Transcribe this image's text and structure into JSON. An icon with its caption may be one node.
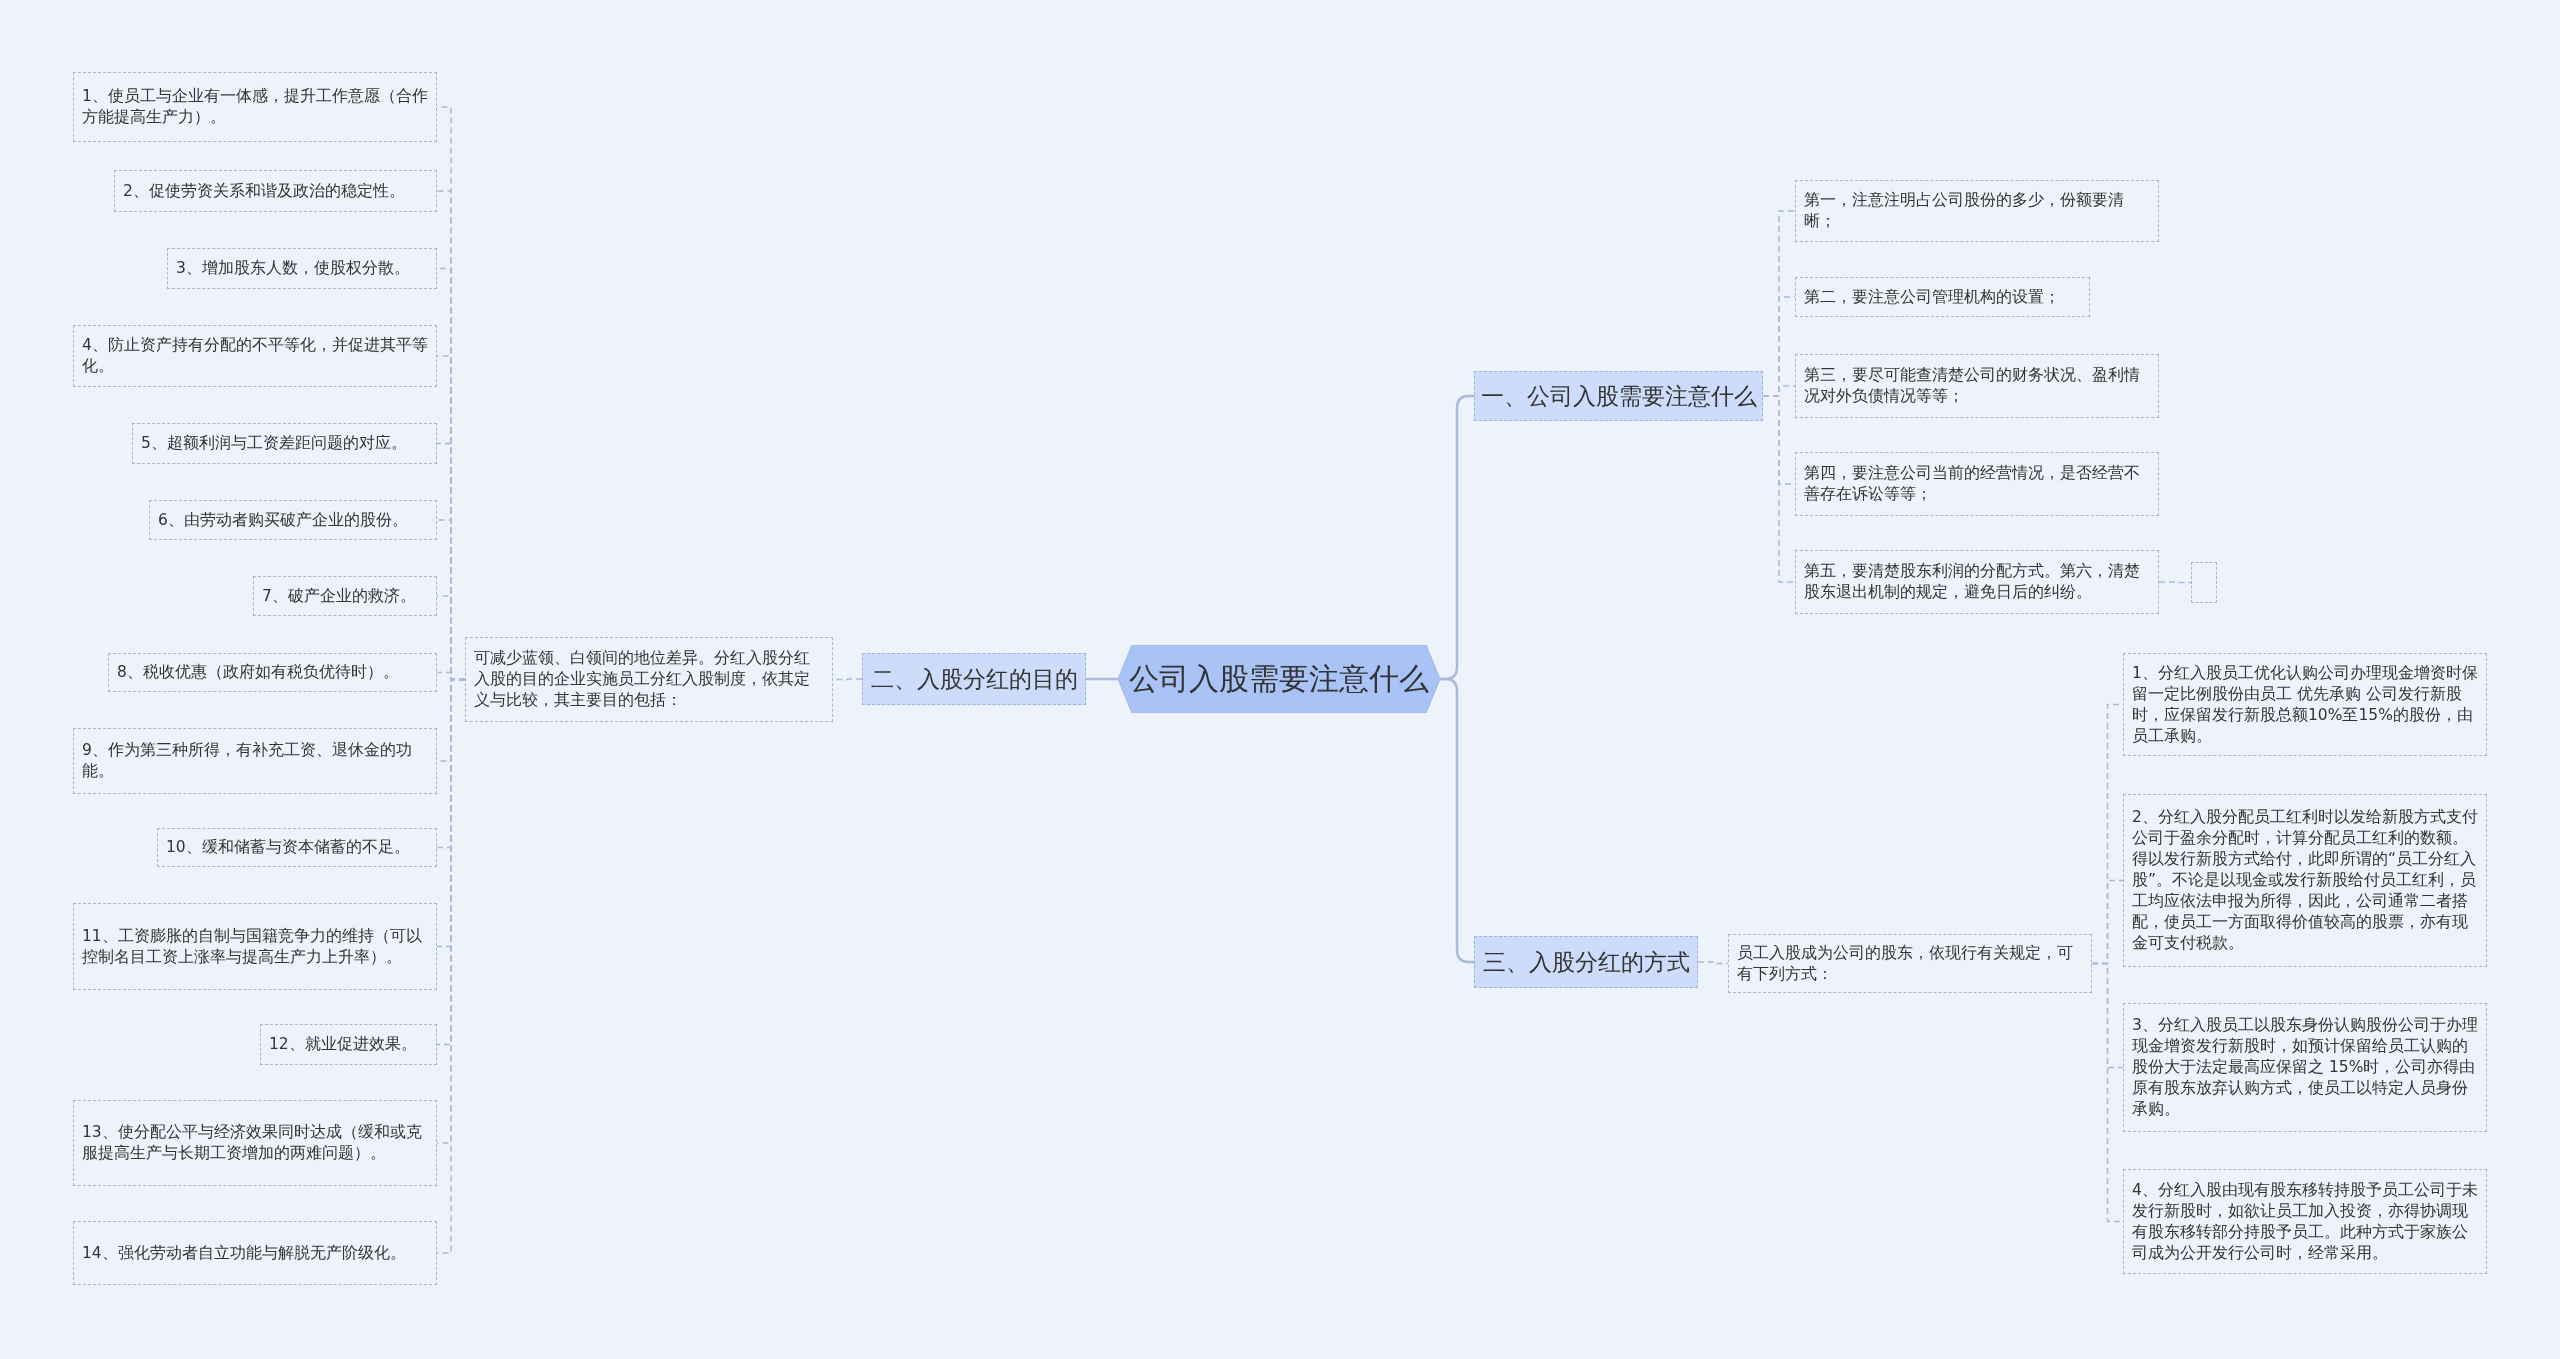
{
  "diagram": {
    "nodes": [
      {
        "text": [
          "公司入股需要注意什么"
        ]
      },
      {
        "text": [
          "一、公司入股需要注意什么"
        ]
      },
      {
        "text": [
          "第一，注意注明占公司股份的多少，份额要清晰；"
        ]
      },
      {
        "text": [
          "第二，要注意公司管理机构的设置；"
        ]
      },
      {
        "text": [
          "第三，要尽可能查清楚公司的财务状况、盈利情况对外负债情况等等；"
        ]
      },
      {
        "text": [
          "第四，要注意公司当前的经营情况，是否经营不善存在诉讼等等；"
        ]
      },
      {
        "text": [
          "第五，要清楚股东利润的分配方式。第六，清楚股东退出机制的规定，避免日后的纠纷。"
        ]
      },
      {
        "text": [],
        "shape": "box"
      },
      {
        "text": [
          "二、入股分红的目的"
        ]
      },
      {
        "text": [
          "可减少蓝领、白领间的地位差异。分红入股分红入股的目的企业实施员工分红入股制度，依其定义与比较，其主要目的包括："
        ]
      },
      {
        "text": [
          "1、使员工与企业有一体感，提升工作意愿（合作方能提高生产力）。"
        ]
      },
      {
        "text": [
          "2、促使劳资关系和谐及政治的稳定性。"
        ]
      },
      {
        "text": [
          "3、增加股东人数，使股权分散。"
        ]
      },
      {
        "text": [
          "4、防止资产持有分配的不平等化，并促进其平等化。"
        ]
      },
      {
        "text": [
          "5、超额利润与工资差距问题的对应。"
        ]
      },
      {
        "text": [
          "6、由劳动者购买破产企业的股份。"
        ]
      },
      {
        "text": [
          "7、破产企业的救济。"
        ]
      },
      {
        "text": [
          "8、税收优惠（政府如有税负优待时）。"
        ]
      },
      {
        "text": [
          "9、作为第三种所得，有补充工资、退休金的功能。"
        ]
      },
      {
        "text": [
          "10、缓和储蓄与资本储蓄的不足。"
        ]
      },
      {
        "text": [
          "11、工资膨胀的自制与国籍竞争力的维持（可以控制名目工资上涨率与提高生产力上升率）。"
        ]
      },
      {
        "text": [
          "12、就业促进效果。"
        ]
      },
      {
        "text": [
          "13、使分配公平与经济效果同时达成（缓和或克服提高生产与长期工资增加的两难问题）。"
        ]
      },
      {
        "text": [
          "14、强化劳动者自立功能与解脱无产阶级化。"
        ]
      },
      {
        "text": [
          "三、入股分红的方式"
        ]
      },
      {
        "text": [
          "员工入股成为公司的股东，依现行有关规定，可有下列方式："
        ]
      },
      {
        "text": [
          "1、分红入股员工优化认购公司办理现金增资时保留一定比例股份由员工 优先承购 公司发行新股时，应保留发行新股总额10%至15%的股份，由员工承购。"
        ]
      },
      {
        "text": [
          "2、分红入股分配员工红利时以发给新股方式支付公司于盈余分配时，计算分配员工红利的数额。得以发行新股方式给付，此即所谓的“员工分红入股”。不论是以现金或发行新股给付员工红利，员工均应依法申报为所得，因此，公司通常二者搭配，使员工一方面取得价值较高的股票，亦有现金可支付税款。"
        ]
      },
      {
        "text": [
          "3、分红入股员工以股东身份认购股份公司于办理现金增资发行新股时，如预计保留给员工认购的股份大于法定最高应保留之 15%时，公司亦得由原有股东放弃认购方式，使员工以特定人员身份承购。"
        ]
      },
      {
        "text": [
          "4、分红入股由现有股东移转持股予员工公司于未发行新股时，如欲让员工加入投资，亦得协调现有股东移转部分持股予员工。此种方式于家族公司成为公开发行公司时，经常采用。"
        ]
      }
    ],
    "edges": [
      {
        "from": 0,
        "to": 1,
        "arrow": "none"
      },
      {
        "from": 0,
        "to": 8,
        "arrow": "none"
      },
      {
        "from": 0,
        "to": 24,
        "arrow": "none"
      },
      {
        "from": 1,
        "to": 2,
        "arrow": "none",
        "style": "dashed"
      },
      {
        "from": 1,
        "to": 3,
        "arrow": "none",
        "style": "dashed"
      },
      {
        "from": 1,
        "to": 4,
        "arrow": "none",
        "style": "dashed"
      },
      {
        "from": 1,
        "to": 5,
        "arrow": "none",
        "style": "dashed"
      },
      {
        "from": 1,
        "to": 6,
        "arrow": "none",
        "style": "dashed"
      },
      {
        "from": 6,
        "to": 7,
        "arrow": "none",
        "style": "dashed"
      },
      {
        "from": 8,
        "to": 9,
        "arrow": "none",
        "style": "dashed"
      },
      {
        "from": 9,
        "to": 10,
        "arrow": "none",
        "style": "dashed"
      },
      {
        "from": 9,
        "to": 11,
        "arrow": "none",
        "style": "dashed"
      },
      {
        "from": 9,
        "to": 12,
        "arrow": "none",
        "style": "dashed"
      },
      {
        "from": 9,
        "to": 13,
        "arrow": "none",
        "style": "dashed"
      },
      {
        "from": 9,
        "to": 14,
        "arrow": "none",
        "style": "dashed"
      },
      {
        "from": 9,
        "to": 15,
        "arrow": "none",
        "style": "dashed"
      },
      {
        "from": 9,
        "to": 16,
        "arrow": "none",
        "style": "dashed"
      },
      {
        "from": 9,
        "to": 17,
        "arrow": "none",
        "style": "dashed"
      },
      {
        "from": 9,
        "to": 18,
        "arrow": "none",
        "style": "dashed"
      },
      {
        "from": 9,
        "to": 19,
        "arrow": "none",
        "style": "dashed"
      },
      {
        "from": 9,
        "to": 20,
        "arrow": "none",
        "style": "dashed"
      },
      {
        "from": 9,
        "to": 21,
        "arrow": "none",
        "style": "dashed"
      },
      {
        "from": 9,
        "to": 22,
        "arrow": "none",
        "style": "dashed"
      },
      {
        "from": 9,
        "to": 23,
        "arrow": "none",
        "style": "dashed"
      },
      {
        "from": 24,
        "to": 25,
        "arrow": "none",
        "style": "dashed"
      },
      {
        "from": 25,
        "to": 26,
        "arrow": "none",
        "style": "dashed"
      },
      {
        "from": 25,
        "to": 27,
        "arrow": "none",
        "style": "dashed"
      },
      {
        "from": 25,
        "to": 28,
        "arrow": "none",
        "style": "dashed"
      },
      {
        "from": 25,
        "to": 29,
        "arrow": "none",
        "style": "dashed"
      }
    ]
  }
}
